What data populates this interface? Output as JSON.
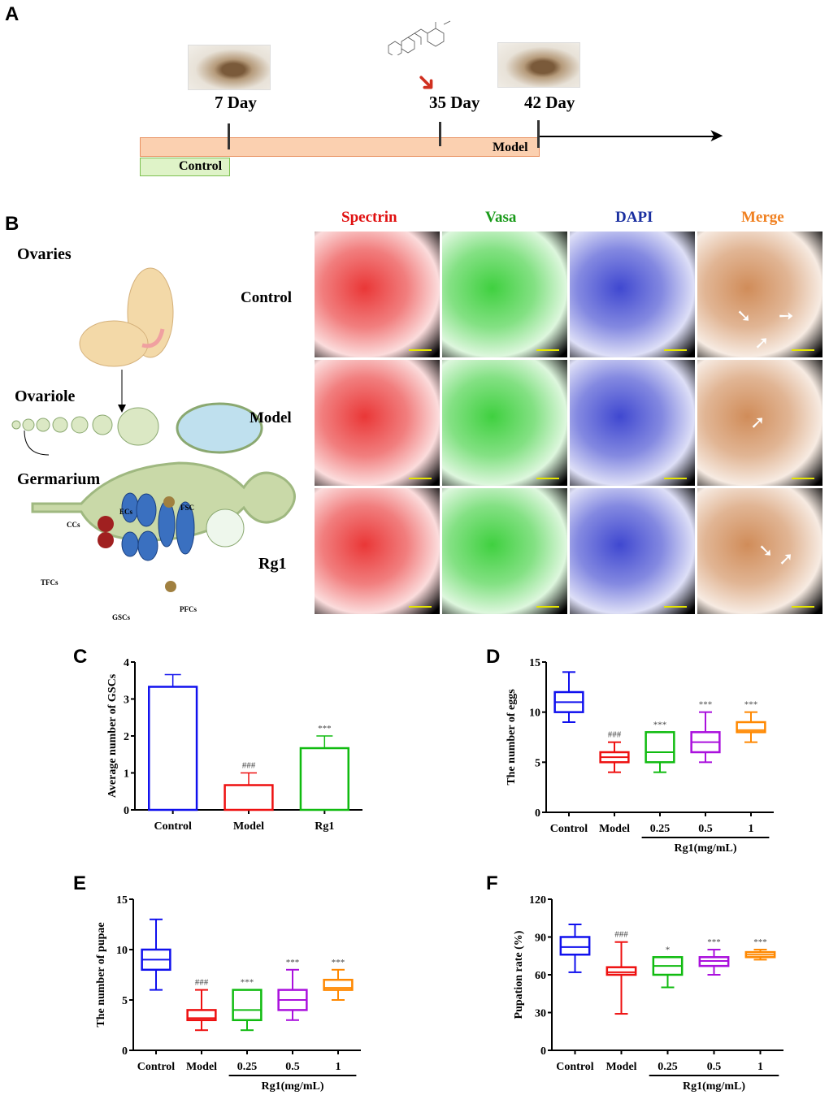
{
  "panelA": {
    "label": "A",
    "day1": "7 Day",
    "day2": "35 Day",
    "day3": "42 Day",
    "model": "Model",
    "control": "Control"
  },
  "panelB": {
    "label": "B",
    "ovaries": "Ovaries",
    "ovariole": "Ovariole",
    "germarium": "Germarium",
    "cells": {
      "ecs": "ECs",
      "fsc": "FSC",
      "ccs": "CCs",
      "tfcs": "TFCs",
      "gscs": "GSCs",
      "pfcs": "PFCs"
    },
    "columns": [
      "Spectrin",
      "Vasa",
      "DAPI",
      "Merge"
    ],
    "column_colors": [
      "#e01010",
      "#1a9a1a",
      "#1a2fa0",
      "#f08020"
    ],
    "rows": [
      "Control",
      "Model",
      "Rg1"
    ]
  },
  "panel_labels": {
    "c": "C",
    "d": "D",
    "e": "E",
    "f": "F"
  },
  "chart_data": [
    {
      "type": "bar",
      "id": "C",
      "ylabel": "Average number of GSCs",
      "categories": [
        "Control",
        "Model",
        "Rg1"
      ],
      "values": [
        3.33,
        0.67,
        1.67
      ],
      "errors": [
        0.33,
        0.33,
        0.33
      ],
      "colors": [
        "#1010ee",
        "#ee1010",
        "#10bb10"
      ],
      "annotations": [
        "",
        "###",
        "***"
      ],
      "ylim": [
        0,
        4
      ],
      "yticks": [
        0,
        1,
        2,
        3,
        4
      ]
    },
    {
      "type": "box",
      "id": "D",
      "ylabel": "The number of eggs",
      "categories": [
        "Control",
        "Model",
        "0.25",
        "0.5",
        "1"
      ],
      "group_label": "Rg1(mg/mL)",
      "colors": [
        "#1010ee",
        "#ee1010",
        "#10bb10",
        "#aa10dd",
        "#ff8800"
      ],
      "boxes": [
        [
          9,
          10,
          11,
          12,
          14
        ],
        [
          4,
          5,
          5.5,
          6,
          7
        ],
        [
          4,
          5,
          6,
          8,
          8
        ],
        [
          5,
          6,
          7,
          8,
          10
        ],
        [
          7,
          8,
          8.2,
          9,
          10
        ]
      ],
      "annotations": [
        "",
        "###",
        "***",
        "***",
        "***"
      ],
      "ylim": [
        0,
        15
      ],
      "yticks": [
        0,
        5,
        10,
        15
      ]
    },
    {
      "type": "box",
      "id": "E",
      "ylabel": "The number of pupae",
      "categories": [
        "Control",
        "Model",
        "0.25",
        "0.5",
        "1"
      ],
      "group_label": "Rg1(mg/mL)",
      "colors": [
        "#1010ee",
        "#ee1010",
        "#10bb10",
        "#aa10dd",
        "#ff8800"
      ],
      "boxes": [
        [
          6,
          8,
          9,
          10,
          13
        ],
        [
          2,
          3,
          3.2,
          4,
          6
        ],
        [
          2,
          3,
          4,
          6,
          6
        ],
        [
          3,
          4,
          5,
          6,
          8
        ],
        [
          5,
          6,
          6.2,
          7,
          8
        ]
      ],
      "annotations": [
        "",
        "###",
        "***",
        "***",
        "***"
      ],
      "ylim": [
        0,
        15
      ],
      "yticks": [
        0,
        5,
        10,
        15
      ]
    },
    {
      "type": "box",
      "id": "F",
      "ylabel": "Pupation rate (%)",
      "categories": [
        "Control",
        "Model",
        "0.25",
        "0.5",
        "1"
      ],
      "group_label": "Rg1(mg/mL)",
      "colors": [
        "#1010ee",
        "#ee1010",
        "#10bb10",
        "#aa10dd",
        "#ff8800"
      ],
      "boxes": [
        [
          62,
          76,
          82,
          90,
          100
        ],
        [
          29,
          60,
          62,
          66,
          86
        ],
        [
          50,
          60,
          67,
          74,
          74
        ],
        [
          60,
          67,
          71,
          74,
          80
        ],
        [
          72,
          74,
          76,
          78,
          80
        ]
      ],
      "annotations": [
        "",
        "###",
        "*",
        "***",
        "***"
      ],
      "ylim": [
        0,
        120
      ],
      "yticks": [
        0,
        30,
        60,
        90,
        120
      ]
    }
  ]
}
